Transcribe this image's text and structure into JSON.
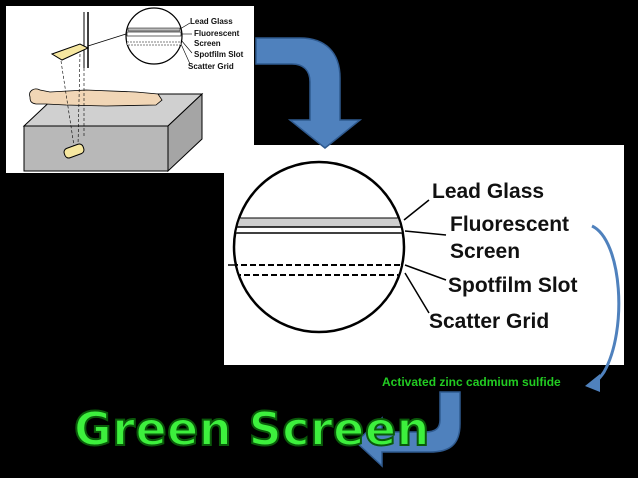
{
  "small_figure": {
    "labels": [
      "Lead Glass",
      "Fluorescent",
      "Screen",
      "Spotfilm Slot",
      "Scatter Grid"
    ]
  },
  "large_figure": {
    "labels": [
      "Lead Glass",
      "Fluorescent",
      "Screen",
      "Spotfilm Slot",
      "Scatter Grid"
    ]
  },
  "annotation": "Activated zinc cadmium sulfide",
  "headline": "Green Screen",
  "colors": {
    "background": "#000000",
    "arrow_fill": "#4f81bd",
    "annotation_text": "#22cc22",
    "headline_text": "#3df03d",
    "headline_outline": "#0a5a0a"
  }
}
